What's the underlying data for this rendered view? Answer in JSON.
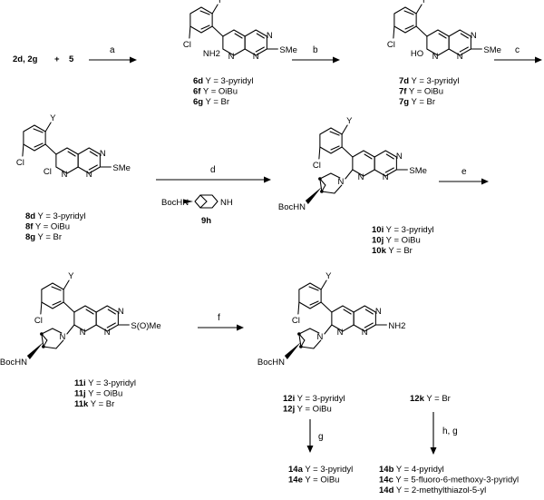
{
  "reagents": {
    "start": "2d, 2g",
    "plus": "+",
    "partner": "5"
  },
  "steps": {
    "a": "a",
    "b": "b",
    "c": "c",
    "d": "d",
    "e": "e",
    "f": "f",
    "g": "g",
    "hg": "h, g"
  },
  "atoms": {
    "Y": "Y",
    "Cl": "Cl",
    "NH2": "NH2",
    "HO": "HO",
    "SMe": "SMe",
    "N": "N",
    "NH": "NH",
    "BocHN": "BocHN",
    "SOMe": "S(O)Me",
    "NH2r": "NH2"
  },
  "reagent_9h": "9h",
  "compounds": {
    "c6": [
      {
        "id": "6d",
        "label": "Y = 3-pyridyl"
      },
      {
        "id": "6f",
        "label": "Y = OiBu"
      },
      {
        "id": "6g",
        "label": "Y = Br"
      }
    ],
    "c7": [
      {
        "id": "7d",
        "label": "Y = 3-pyridyl"
      },
      {
        "id": "7f",
        "label": "Y = OiBu"
      },
      {
        "id": "7g",
        "label": "Y = Br"
      }
    ],
    "c8": [
      {
        "id": "8d",
        "label": "Y = 3-pyridyl"
      },
      {
        "id": "8f",
        "label": "Y = OiBu"
      },
      {
        "id": "8g",
        "label": "Y = Br"
      }
    ],
    "c10": [
      {
        "id": "10i",
        "label": "Y = 3-pyridyl"
      },
      {
        "id": "10j",
        "label": "Y = OiBu"
      },
      {
        "id": "10k",
        "label": "Y = Br"
      }
    ],
    "c11": [
      {
        "id": "11i",
        "label": "Y = 3-pyridyl"
      },
      {
        "id": "11j",
        "label": "Y = OiBu"
      },
      {
        "id": "11k",
        "label": "Y = Br"
      }
    ],
    "c12": [
      {
        "id": "12i",
        "label": "Y = 3-pyridyl"
      },
      {
        "id": "12j",
        "label": "Y = OiBu"
      }
    ],
    "c12k": [
      {
        "id": "12k",
        "label": "Y = Br"
      }
    ],
    "c14a": [
      {
        "id": "14a",
        "label": "Y = 3-pyridyl"
      },
      {
        "id": "14e",
        "label": "Y = OiBu"
      }
    ],
    "c14b": [
      {
        "id": "14b",
        "label": "Y = 4-pyridyl"
      },
      {
        "id": "14c",
        "label": "Y = 5-fluoro-6-methoxy-3-pyridyl"
      },
      {
        "id": "14d",
        "label": "Y = 2-methylthiazol-5-yl"
      }
    ]
  }
}
